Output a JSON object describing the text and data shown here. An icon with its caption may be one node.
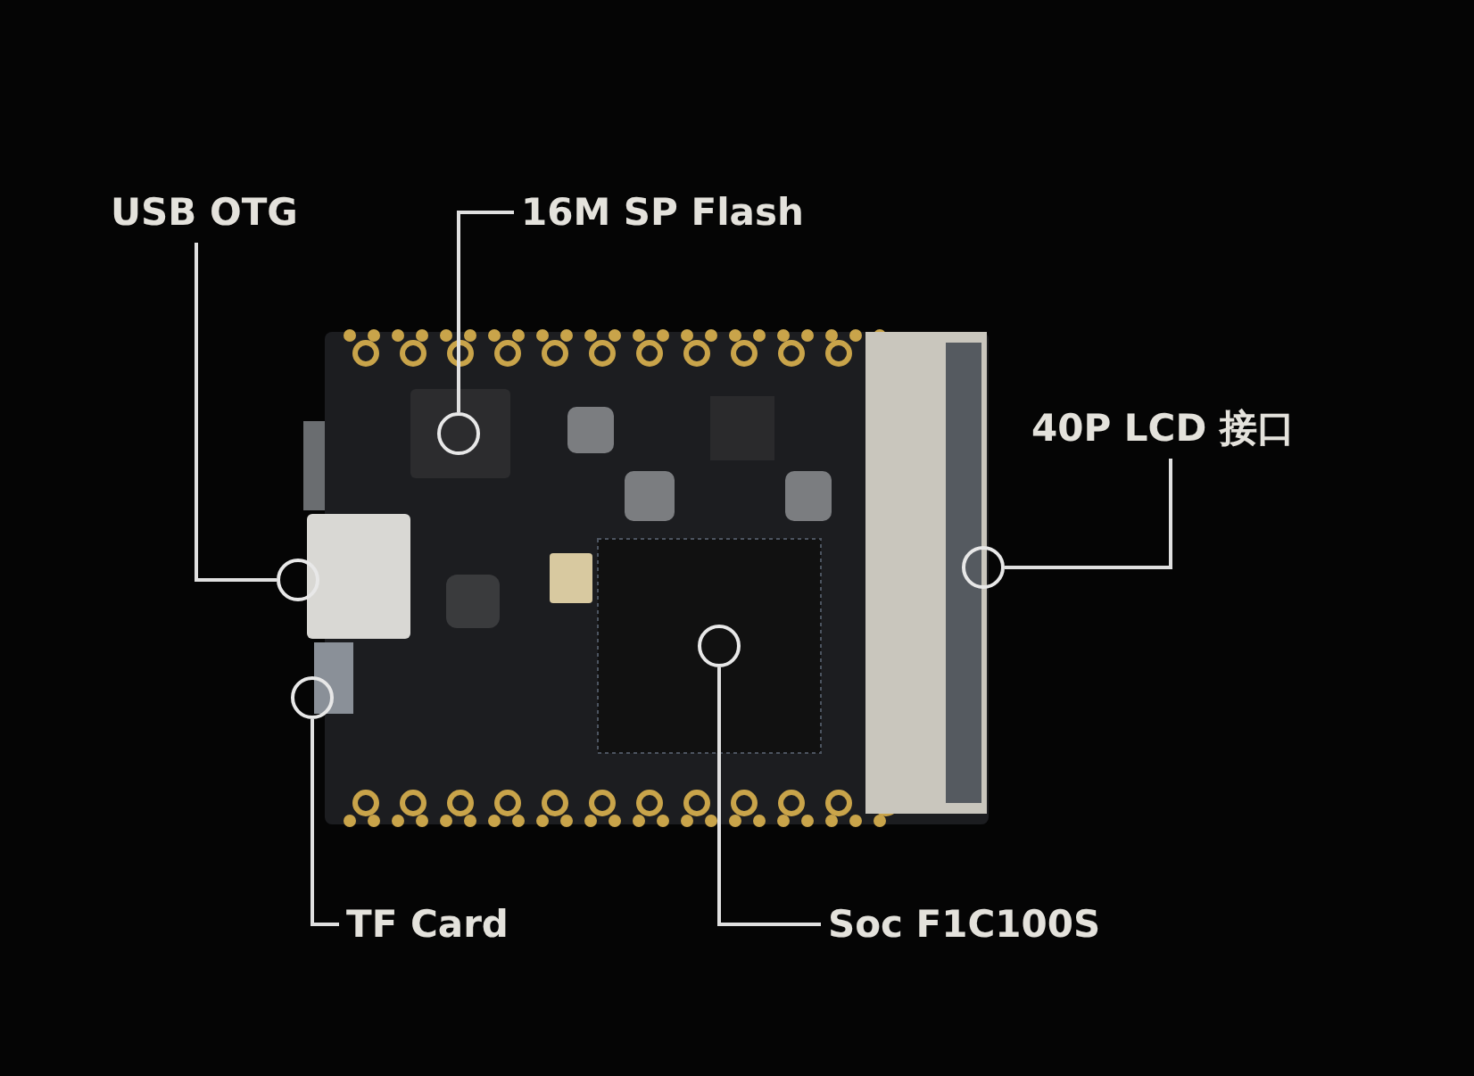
{
  "diagram": {
    "nodes": [
      {
        "text": [
          "USB OTG"
        ]
      },
      {
        "text": [
          "16M SP Flash"
        ]
      },
      {
        "text": [
          "40P LCD 接口"
        ]
      },
      {
        "text": [
          "TF Card"
        ]
      },
      {
        "text": [
          "Soc F1C100S"
        ]
      },
      {
        "text": [],
        "shape": "circle"
      },
      {
        "text": [],
        "shape": "circle"
      },
      {
        "text": [],
        "shape": "circle"
      },
      {
        "text": [],
        "shape": "circle"
      },
      {
        "text": [],
        "shape": "circle"
      }
    ],
    "edges": [
      {
        "from": 0,
        "to": 5,
        "arrow": "none"
      },
      {
        "from": 1,
        "to": 7,
        "arrow": "none"
      },
      {
        "from": 2,
        "to": 9,
        "arrow": "none"
      },
      {
        "from": 3,
        "to": 6,
        "arrow": "none"
      },
      {
        "from": 4,
        "to": 8,
        "arrow": "none"
      }
    ]
  }
}
